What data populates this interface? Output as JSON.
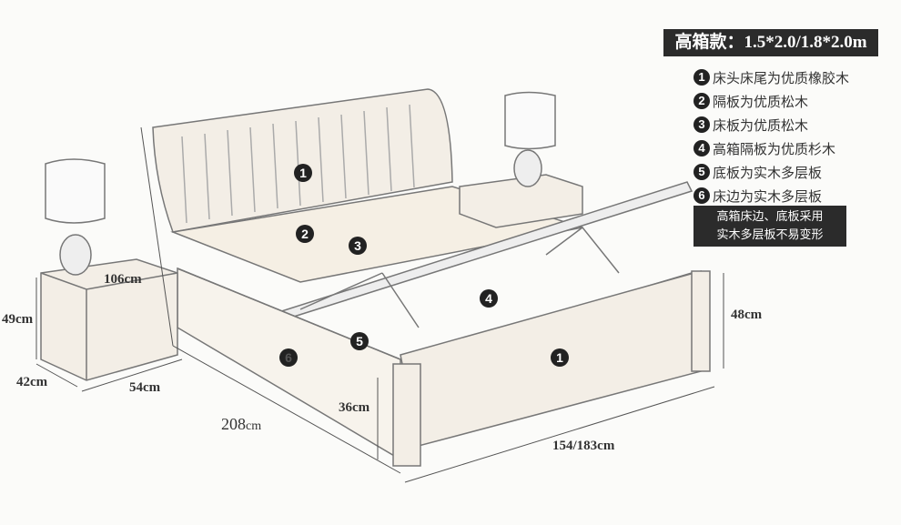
{
  "title": "高箱款：1.5*2.0/1.8*2.0m",
  "legend": [
    {
      "num": "1",
      "text": "床头床尾为优质橡胶木"
    },
    {
      "num": "2",
      "text": "隔板为优质松木"
    },
    {
      "num": "3",
      "text": "床板为优质松木"
    },
    {
      "num": "4",
      "text": "高箱隔板为优质杉木"
    },
    {
      "num": "5",
      "text": "底板为实木多层板"
    },
    {
      "num": "6",
      "text": "床边为实木多层板"
    }
  ],
  "note": {
    "line1": "高箱床边、底板采用",
    "line2": "实木多层板不易变形"
  },
  "dimensions": {
    "nightstand_height_total": "106cm",
    "nightstand_height": "49cm",
    "nightstand_depth": "42cm",
    "nightstand_width": "54cm",
    "bed_length": "208",
    "bed_length_unit": "cm",
    "box_height": "36cm",
    "bed_width": "154/183cm",
    "footboard_height": "48cm"
  },
  "markers": {
    "m1": "1",
    "m2": "2",
    "m3": "3",
    "m4": "4",
    "m5": "5",
    "m6": "6",
    "m1b": "1"
  }
}
